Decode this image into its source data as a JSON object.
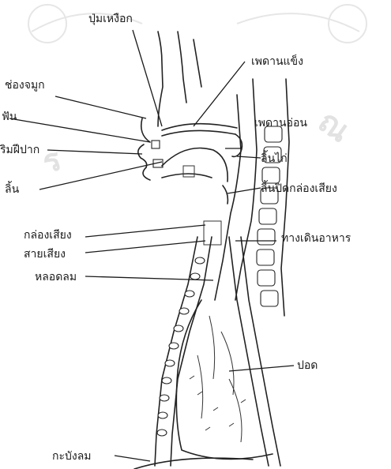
{
  "labels": {
    "uvula": "ปุ่มเหงือก",
    "hard_palate": "เพดานแข็ง",
    "nasal_cavity": "ช่องจมูก",
    "teeth": "ฟัน",
    "soft_palate": "เพดานอ่อน",
    "lips": "ริมฝีปาก",
    "uvula_small": "ลิ้นไก่",
    "tongue": "ลิ้น",
    "epiglottis": "ลิ้นปิดกล่องเสียง",
    "larynx": "กล่องเสียง",
    "esophagus": "ทางเดินอาหาร",
    "vocal_cords": "สายเสียง",
    "trachea": "หลอดลม",
    "lung": "ปอด",
    "diaphragm": "กะบังลม"
  }
}
